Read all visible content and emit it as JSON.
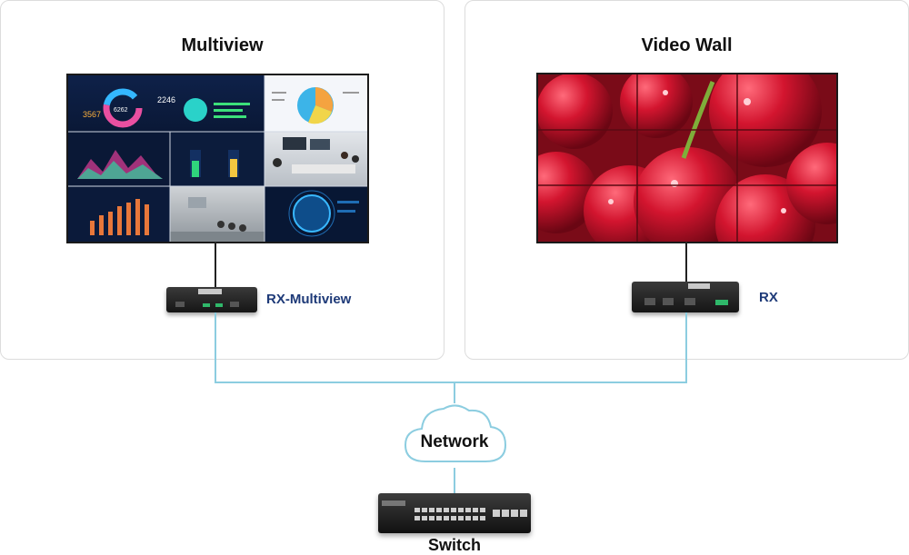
{
  "panels": {
    "left": {
      "title": "Multiview",
      "device_label": "RX-Multiview"
    },
    "right": {
      "title": "Video Wall",
      "device_label": "RX"
    }
  },
  "network": {
    "label": "Network",
    "icon": "cloud-icon"
  },
  "switch": {
    "label": "Switch"
  },
  "multiview_screen": {
    "dashboard_numbers": [
      "3567",
      "6262",
      "2246"
    ]
  },
  "colors": {
    "cable": "#8ccde0",
    "device_label": "#1e3a78",
    "panel_border": "#dcdcdc"
  }
}
